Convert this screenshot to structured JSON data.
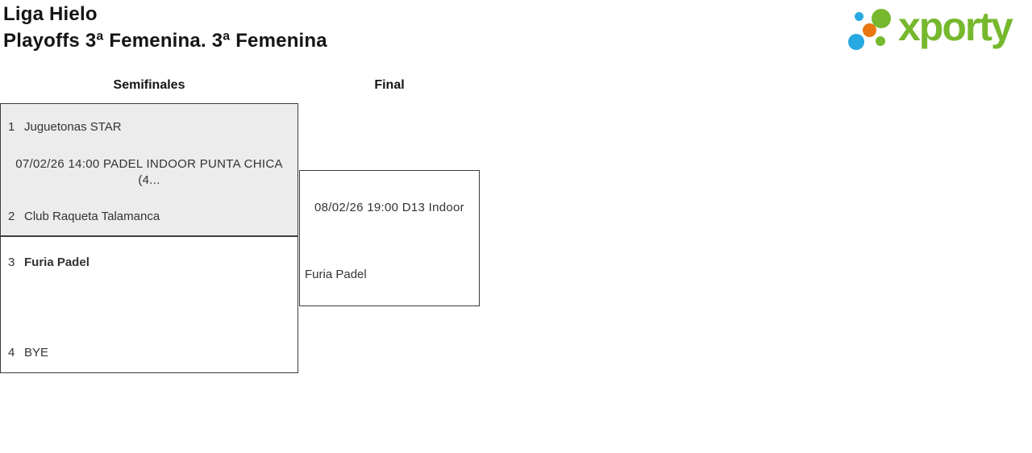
{
  "header": {
    "title": "Liga Hielo",
    "subtitle": "Playoffs 3ª Femenina. 3ª Femenina"
  },
  "logo": {
    "brand": "xporty",
    "colors": {
      "green": "#76b82e",
      "blue": "#29a9e1",
      "orange": "#e9760f"
    }
  },
  "bracket": {
    "rounds": [
      {
        "label": "Semifinales"
      },
      {
        "label": "Final"
      }
    ],
    "matches": [
      {
        "round": "Semifinales",
        "schedule_line1": "07/02/26 14:00 PADEL INDOOR PUNTA CHICA",
        "schedule_line2": "(4...",
        "teams": [
          {
            "seed": "1",
            "name": "Juguetonas STAR"
          },
          {
            "seed": "2",
            "name": "Club Raqueta Talamanca"
          }
        ]
      },
      {
        "round": "Semifinales",
        "teams": [
          {
            "seed": "3",
            "name": "Furia Padel",
            "winner": true
          },
          {
            "seed": "4",
            "name": "BYE"
          }
        ]
      },
      {
        "round": "Final",
        "schedule": "08/02/26 19:00 D13 Indoor",
        "teams": [
          {
            "name": "Furia Padel"
          }
        ]
      }
    ]
  }
}
